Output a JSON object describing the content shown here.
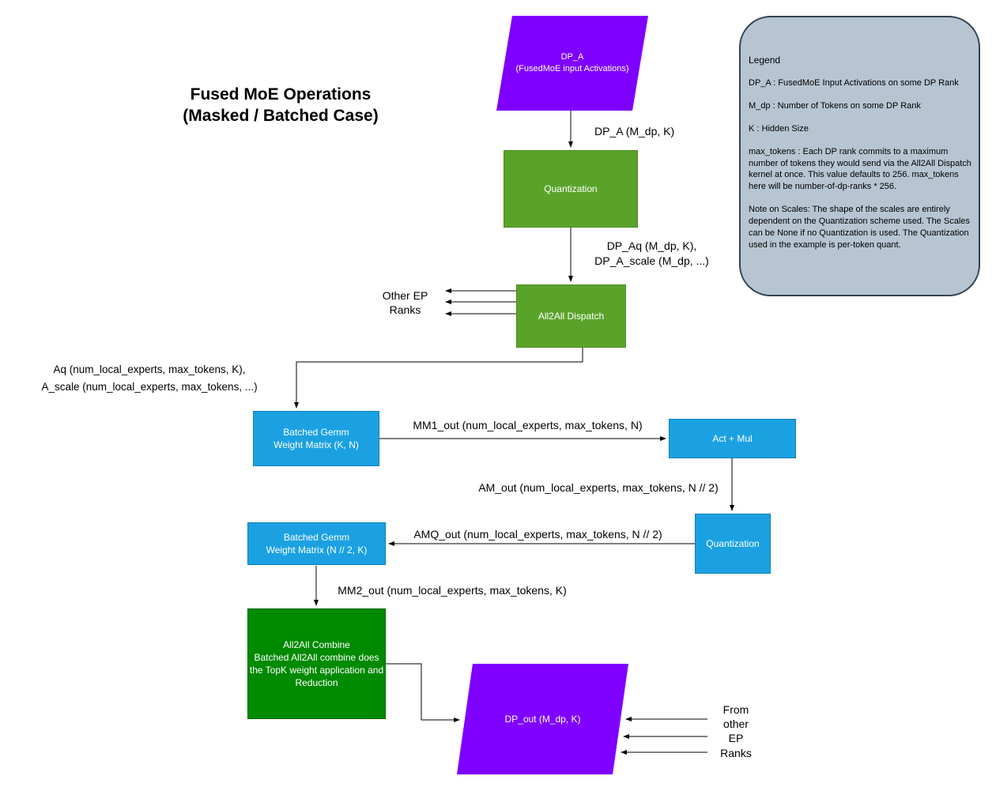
{
  "title": "Fused MoE Operations\n(Masked / Batched Case)",
  "nodes": {
    "dp_a": {
      "label": "DP_A\n(FusedMoE input Activations)"
    },
    "quantization1": {
      "label": "Quantization"
    },
    "all2all_dispatch": {
      "label": "All2All Dispatch"
    },
    "batched_gemm1": {
      "label": "Batched Gemm\nWeight Matrix (K, N)"
    },
    "act_mul": {
      "label": "Act + Mul"
    },
    "quantization2": {
      "label": "Quantization"
    },
    "batched_gemm2": {
      "label": "Batched Gemm\nWeight Matrix (N // 2, K)"
    },
    "all2all_combine": {
      "label": "All2All Combine\nBatched All2All combine does\nthe TopK weight application and\nReduction"
    },
    "dp_out": {
      "label": "DP_out (M_dp, K)"
    }
  },
  "edge_labels": {
    "dp_a_out": "DP_A (M_dp, K)",
    "dp_aq": "DP_Aq (M_dp, K),\nDP_A_scale (M_dp, ...)",
    "other_ep_ranks": "Other EP\nRanks",
    "aq": "Aq (num_local_experts, max_tokens, K),\nA_scale (num_local_experts, max_tokens, ...)",
    "mm1_out": "MM1_out (num_local_experts, max_tokens, N)",
    "am_out": "AM_out (num_local_experts, max_tokens, N // 2)",
    "amq_out": "AMQ_out (num_local_experts, max_tokens, N // 2)",
    "mm2_out": "MM2_out (num_local_experts, max_tokens, K)",
    "from_other_ep_ranks": "From\nother\nEP\nRanks"
  },
  "legend": {
    "title": "Legend",
    "items": [
      "DP_A : FusedMoE Input Activations on some DP Rank",
      "M_dp : Number of Tokens on some DP Rank",
      "K : Hidden Size",
      "max_tokens : Each DP rank commits to a maximum number of tokens they would send via the All2All Dispatch kernel at once. This value defaults to 256. max_tokens here will be number-of-dp-ranks * 256.",
      "Note on Scales: The shape of the scales are entirely dependent on the Quantization scheme used. The Scales can be None if no Quantization is used. The Quantization used in the example is per-token quant."
    ]
  },
  "colors": {
    "purple": "#7f00ff",
    "green": "#5aa32b",
    "blue": "#1ba1e2",
    "dark_green": "#008a00",
    "legend_fill": "#b6c5d1",
    "legend_border": "#314354",
    "arrow": "#000000"
  }
}
